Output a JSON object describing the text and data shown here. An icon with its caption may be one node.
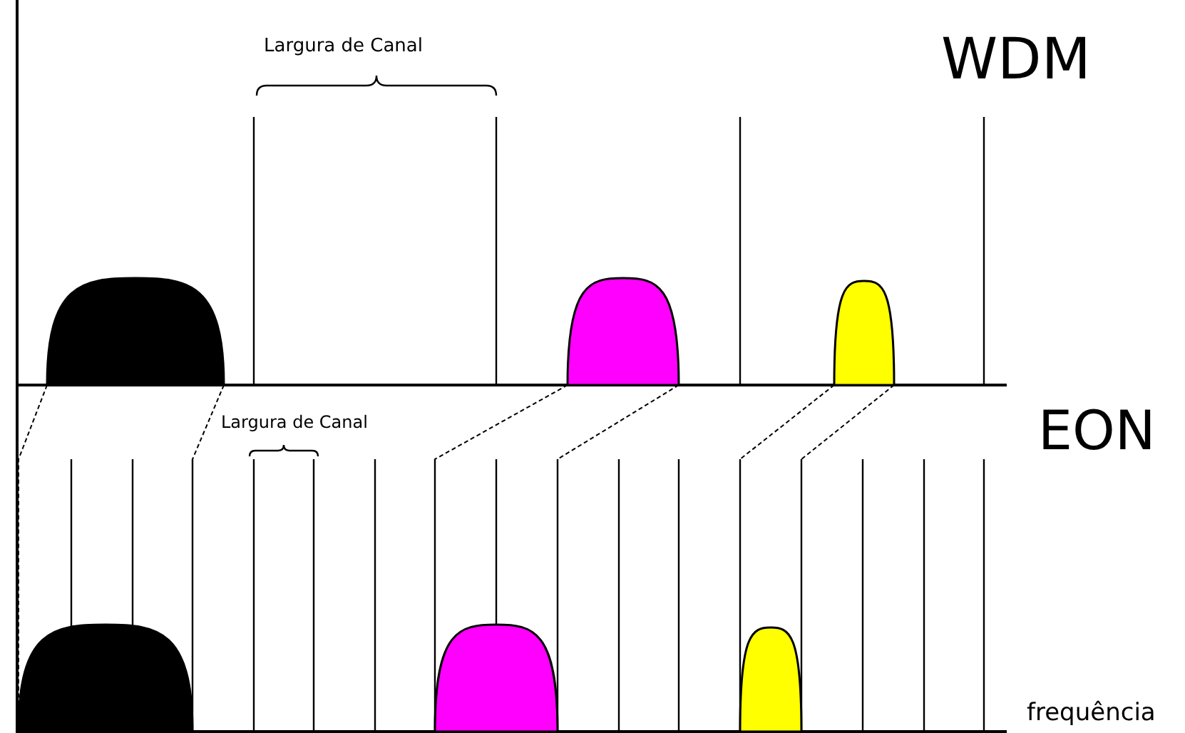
{
  "diagram": {
    "nodes": [
      {
        "text": [],
        "shape": "semicircle"
      },
      {
        "text": [],
        "shape": "semicircle"
      },
      {
        "text": [],
        "shape": "semicircle"
      },
      {
        "text": [],
        "shape": "semicircle"
      },
      {
        "text": [],
        "shape": "semicircle"
      },
      {
        "text": [],
        "shape": "semicircle"
      }
    ],
    "edges": [
      {
        "from": 0,
        "to": 3,
        "arrow": "none",
        "style": "dashed"
      },
      {
        "from": 0,
        "to": 3,
        "arrow": "none",
        "style": "dashed"
      },
      {
        "from": 1,
        "to": 4,
        "arrow": "none",
        "style": "dashed"
      },
      {
        "from": 1,
        "to": 4,
        "arrow": "none",
        "style": "dashed"
      },
      {
        "from": 2,
        "to": 5,
        "arrow": "none",
        "style": "dashed"
      },
      {
        "from": 2,
        "to": 5,
        "arrow": "none",
        "style": "dashed"
      }
    ],
    "labels": [
      "Largura de Canal",
      "WDM",
      "Largura de Canal",
      "EON",
      "frequência"
    ]
  }
}
